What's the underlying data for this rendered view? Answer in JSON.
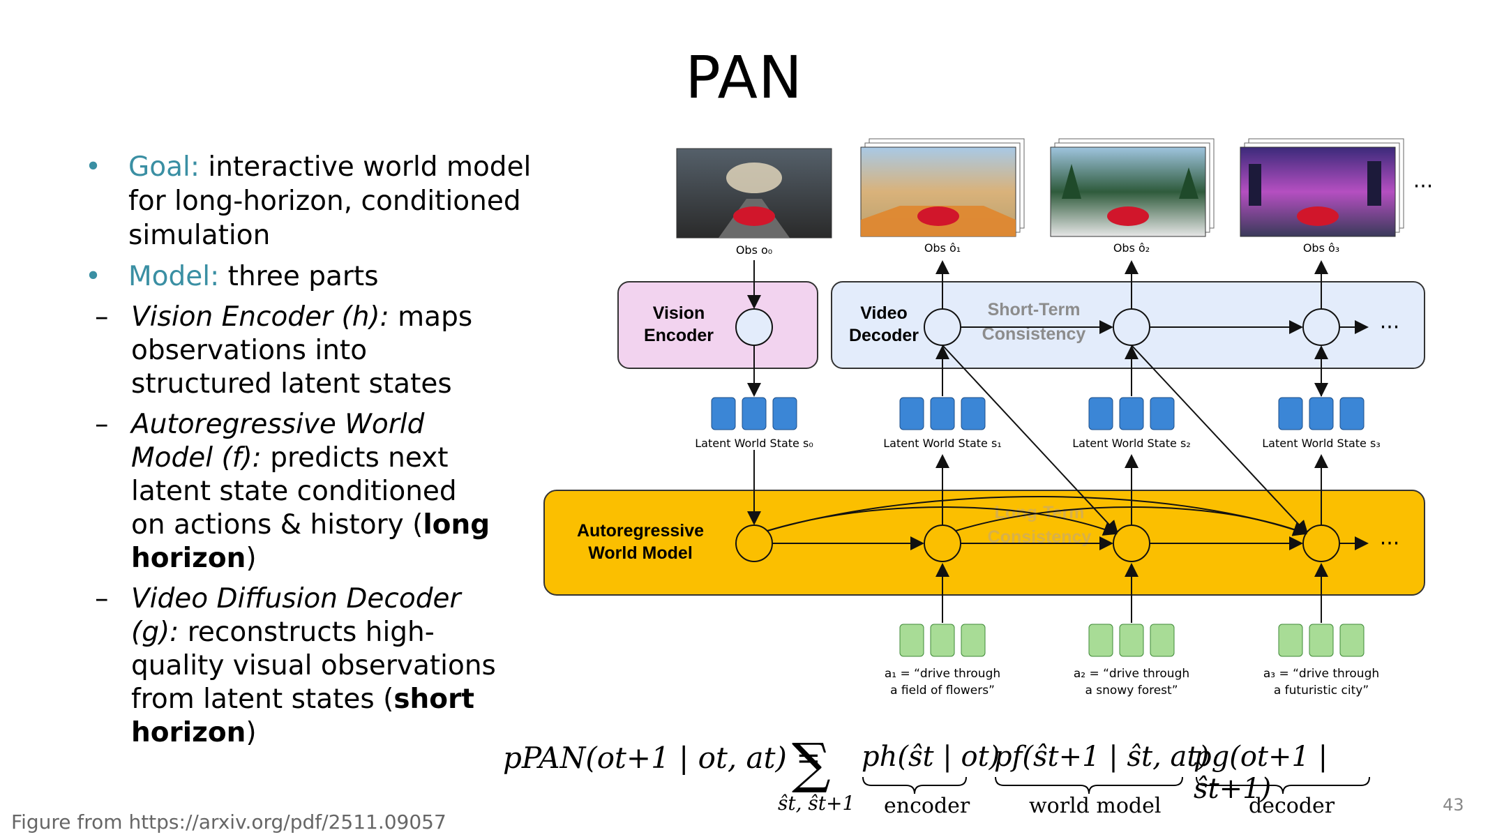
{
  "slide": {
    "title": "PAN",
    "page_number": "43",
    "caption": "Figure from https://arxiv.org/pdf/2511.09057"
  },
  "bullets": {
    "goal_key": "Goal:",
    "goal_text": " interactive world model for long-horizon, conditioned simulation",
    "model_key": "Model:",
    "model_text": " three parts",
    "sub1_title": "Vision Encoder (h):",
    "sub1_text": " maps observations into structured latent states",
    "sub2_title": "Autoregressive World Model (f):",
    "sub2_text": " predicts next latent state conditioned on actions & history (",
    "sub2_bold": "long horizon",
    "sub2_end": ")",
    "sub3_title": "Video Diffusion Decoder (g):",
    "sub3_text": " reconstructs high-quality visual observations from latent states (",
    "sub3_bold": "short horizon",
    "sub3_end": ")"
  },
  "figure": {
    "obs_labels": [
      "Obs o₀",
      "Obs ô₁",
      "Obs ô₂",
      "Obs ô₃"
    ],
    "vision_encoder_label": [
      "Vision",
      "Encoder"
    ],
    "video_decoder_label": [
      "Video",
      "Decoder"
    ],
    "short_term_label": [
      "Short-Term",
      "Consistency"
    ],
    "long_term_label": [
      "Long-Term",
      "Consistency"
    ],
    "world_model_label": [
      "Autoregressive",
      "World Model"
    ],
    "latent_labels": [
      "Latent World State s₀",
      "Latent World State s₁",
      "Latent World State s₂",
      "Latent World State s₃"
    ],
    "actions": [
      [
        "a₁ = “drive through",
        "a field of flowers”"
      ],
      [
        "a₂ = “drive through",
        "a snowy forest”"
      ],
      [
        "a₃ = “drive through",
        "a futuristic city”"
      ]
    ],
    "ellipsis": "···",
    "colors": {
      "encoder_fill": "#f2d3ef",
      "decoder_fill": "#e3ecfb",
      "world_fill": "#fbbf00",
      "latent_blue": "#3b86d6",
      "action_green": "#a8dc96",
      "node_yellow": "#fbbf00",
      "accent": "#3a8fa3"
    }
  },
  "formula": {
    "lhs": "pPAN(ot+1 | ot, at) =",
    "sigma": "∑",
    "sum_sub": "ŝt, ŝt+1",
    "term_encoder": "ph(ŝt | ot)",
    "term_world": "pf(ŝt+1 | ŝt, at)",
    "term_decoder": "pg(ot+1 | ŝt+1)",
    "label_encoder": "encoder",
    "label_world": "world model",
    "label_decoder": "decoder"
  }
}
